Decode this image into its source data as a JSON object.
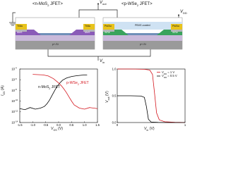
{
  "schematic": {
    "left_device_title": "<n-MoS",
    "left_device_sub": "2",
    "left_device_tail": " JFET>",
    "right_device_title": "<p-WSe",
    "right_device_sub": "2",
    "right_device_tail": " JFET>",
    "vout_label": "V",
    "vout_sub": "out",
    "vdd_label": "V",
    "vdd_sub": "DD",
    "vin_label": "V",
    "vin_sub": "in",
    "left_contact_left": "Ti/Au",
    "left_contact_right": "Ti/Au",
    "left_channel_left": "MoS",
    "left_channel_right": "MoS",
    "left_substrate": "p+-Si",
    "right_contact_left": "Pd/Au",
    "right_contact_right": "Pd/Au",
    "right_channel_left": "WSe",
    "right_channel_right": "WSe",
    "right_coating": "PBVE-coated",
    "right_substrate": "p+-Si"
  },
  "chart_data": [
    {
      "type": "line",
      "ylabel": "I",
      "ylabel_sub": "DS",
      "ylabel_unit": " (A)",
      "xlabel": "V",
      "xlabel_sub": "GS",
      "xlabel_unit": " (V)",
      "xlim": [
        -1.5,
        1.5
      ],
      "ylim_log10": [
        -14,
        -4
      ],
      "y_scale": "log",
      "x_ticks": [
        "-1.5",
        "-1.0",
        "-0.5",
        "0.0",
        "0.5",
        "1.0",
        "1.5"
      ],
      "y_ticks": [
        "10",
        "10",
        "10",
        "10",
        "10",
        "10"
      ],
      "y_tick_exponents": [
        "-14",
        "-12",
        "-10",
        "-8",
        "-6",
        "-4"
      ],
      "series": [
        {
          "name": "n-MoS",
          "name_sub": "2",
          "name_tail": " JFET",
          "color": "#000000",
          "x": [
            -1.5,
            -1.3,
            -1.1,
            -0.9,
            -0.7,
            -0.55,
            -0.45,
            -0.35,
            -0.25,
            -0.15,
            -0.05,
            0.05,
            0.15,
            0.3,
            0.5,
            0.7,
            0.9,
            1.1
          ],
          "log10_y": [
            -11.4,
            -11.6,
            -11.2,
            -11.5,
            -11.3,
            -11.0,
            -10.5,
            -9.8,
            -8.9,
            -8.0,
            -7.2,
            -6.6,
            -6.1,
            -5.7,
            -5.4,
            -5.25,
            -5.15,
            -5.1
          ]
        },
        {
          "name": "p-WSe",
          "name_sub": "2",
          "name_tail": " JFET",
          "color": "#d4161e",
          "x": [
            -1.0,
            -0.8,
            -0.6,
            -0.4,
            -0.2,
            0.0,
            0.1,
            0.2,
            0.3,
            0.4,
            0.5,
            0.6,
            0.8,
            1.0,
            1.2,
            1.5
          ],
          "log10_y": [
            -5.0,
            -5.05,
            -5.1,
            -5.3,
            -5.8,
            -6.6,
            -7.1,
            -7.7,
            -8.4,
            -9.2,
            -10.0,
            -10.7,
            -11.3,
            -11.5,
            -11.2,
            -11.4
          ]
        }
      ]
    },
    {
      "type": "line",
      "ylabel": "V",
      "ylabel_sub": "out",
      "ylabel_unit": " (V)",
      "xlabel": "V",
      "xlabel_sub": "in",
      "xlabel_unit": " (V)",
      "xlim": [
        0,
        1
      ],
      "ylim": [
        0,
        1
      ],
      "x_ticks": [
        "0",
        "1"
      ],
      "y_ticks": [
        "0.0",
        "0.5",
        "1.0"
      ],
      "series": [
        {
          "name": "V",
          "name_sub": "DD",
          "name_tail": " = 1 V",
          "color": "#d4161e",
          "x": [
            0,
            0.2,
            0.4,
            0.48,
            0.52,
            0.55,
            0.58,
            0.62,
            0.7,
            0.85,
            1.0
          ],
          "y": [
            1.0,
            1.0,
            0.995,
            0.98,
            0.9,
            0.55,
            0.18,
            0.05,
            0.015,
            0.005,
            0.0
          ]
        },
        {
          "name": "V",
          "name_sub": "DD",
          "name_tail": " = 0.5 V",
          "color": "#000000",
          "x": [
            0,
            0.2,
            0.35,
            0.4,
            0.43,
            0.46,
            0.5,
            0.6,
            0.8,
            1.0
          ],
          "y": [
            0.5,
            0.5,
            0.495,
            0.47,
            0.3,
            0.06,
            0.01,
            0.003,
            0.0,
            0.0
          ]
        }
      ]
    }
  ]
}
